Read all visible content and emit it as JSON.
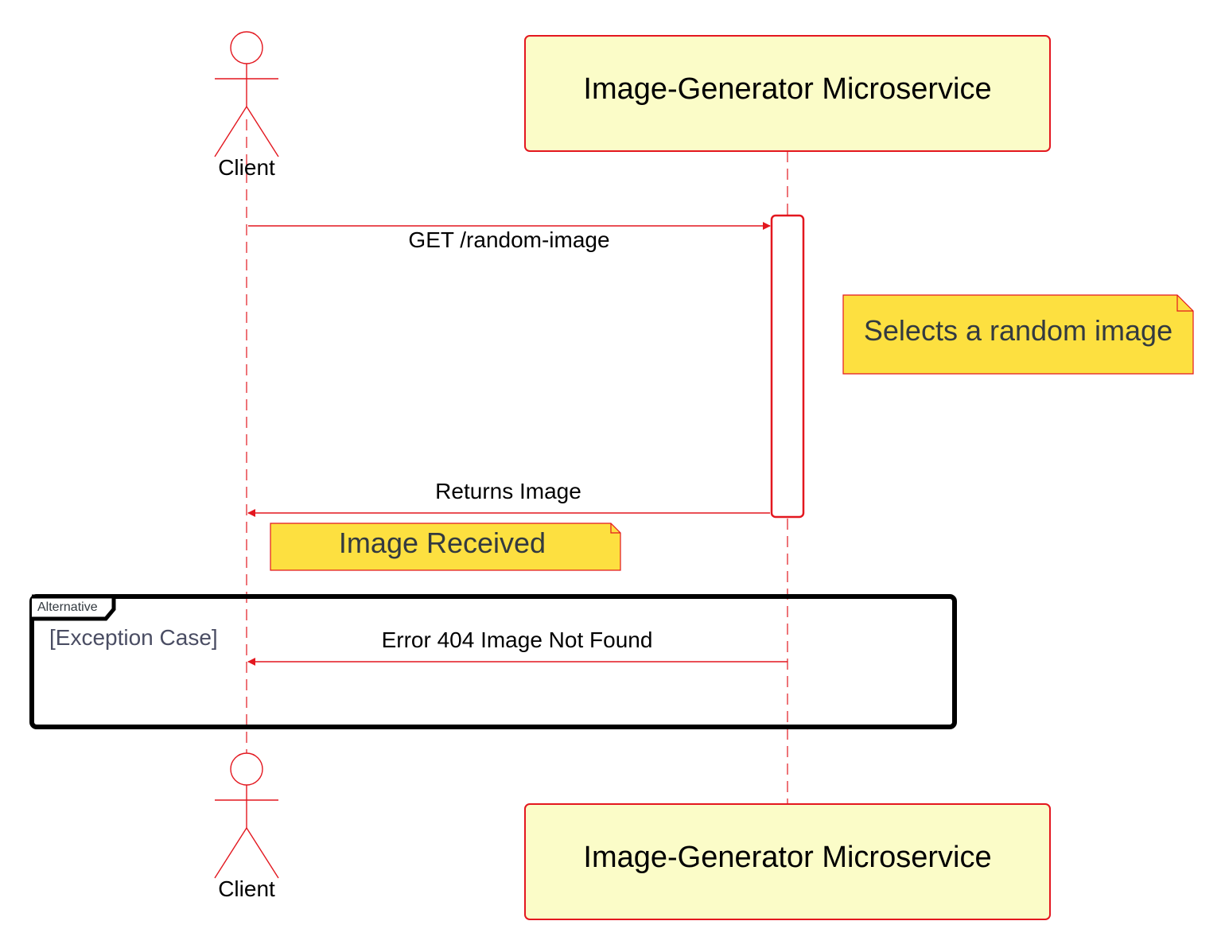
{
  "participants": {
    "client": {
      "label": "Client"
    },
    "service": {
      "label": "Image-Generator Microservice"
    }
  },
  "messages": [
    {
      "from": "client",
      "to": "service",
      "label": "GET /random-image"
    },
    {
      "from": "service",
      "to": "client",
      "label": "Returns Image"
    },
    {
      "from": "service",
      "to": "client",
      "label": "Error 404 Image Not Found"
    }
  ],
  "notes": {
    "select": "Selects a random image",
    "received": "Image Received"
  },
  "fragment": {
    "operator": "Alternative",
    "guard": "[Exception Case]"
  },
  "colors": {
    "line": "#e3171f",
    "participant_fill": "#fbfcc8",
    "note_fill": "#fde040",
    "frame": "#000000"
  }
}
